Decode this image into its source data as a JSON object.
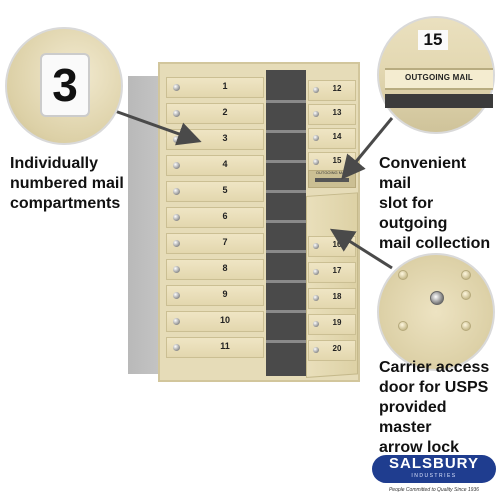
{
  "left_doors": [
    "1",
    "2",
    "3",
    "4",
    "5",
    "6",
    "7",
    "8",
    "9",
    "10",
    "11"
  ],
  "right_doors_top": [
    "12",
    "13",
    "14",
    "15"
  ],
  "right_doors_bottom": [
    "16",
    "17",
    "18",
    "19",
    "20"
  ],
  "slot_label": "OUTGOING MAIL",
  "callouts": {
    "compartment_number": "3",
    "outgoing_number": "15",
    "outgoing_label": "OUTGOING MAIL",
    "left_text_1": "Individually",
    "left_text_2": "numbered mail",
    "left_text_3": "compartments",
    "right_top_text_1": "Convenient mail",
    "right_top_text_2": "slot for outgoing",
    "right_top_text_3": "mail collection",
    "right_bottom_text_1": "Carrier access",
    "right_bottom_text_2": "door for USPS",
    "right_bottom_text_3": "provided master",
    "right_bottom_text_4": "arrow lock"
  },
  "logo": {
    "name": "SALSBURY",
    "sub": "INDUSTRIES",
    "tagline": "People Committed to Quality Since 1936"
  },
  "colors": {
    "sandstone": "#e6dcb8",
    "logo_blue": "#1f3d8f"
  }
}
